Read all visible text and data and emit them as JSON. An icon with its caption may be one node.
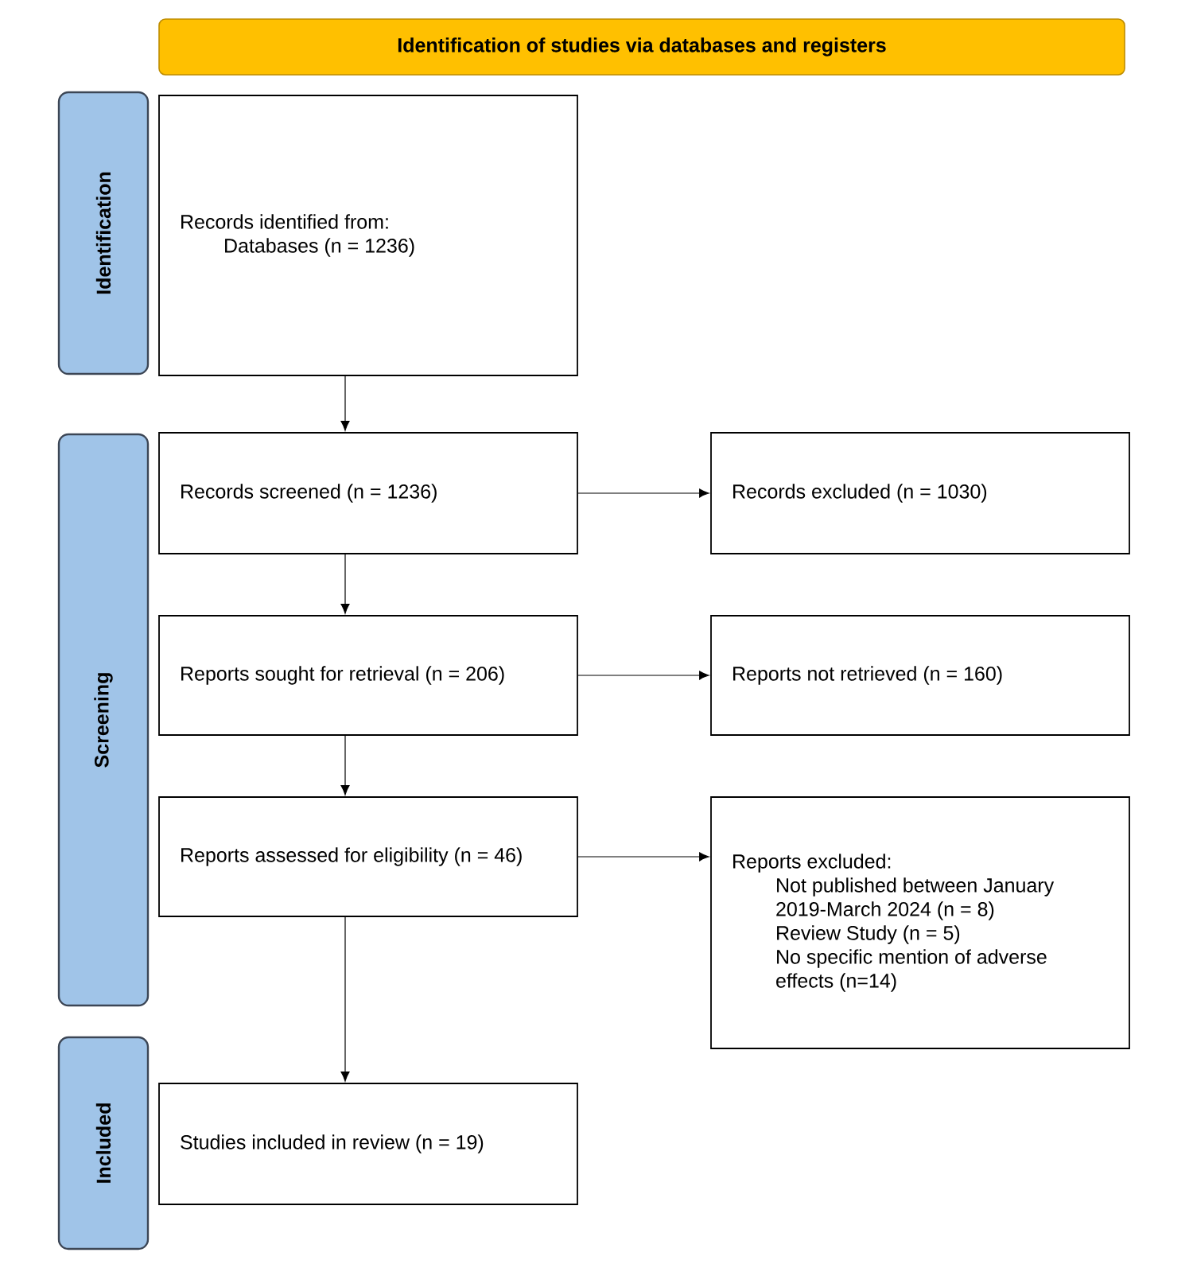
{
  "diagram": {
    "nodes": [
      {
        "text": [
          "Identification of studies via databases and registers"
        ]
      },
      {
        "text": [
          "Identification"
        ]
      },
      {
        "text": [
          "Screening"
        ]
      },
      {
        "text": [
          "Included"
        ]
      },
      {
        "text": [
          "Records identified from:",
          "Databases (n = 1236)"
        ]
      },
      {
        "text": [
          "Records screened (n = 1236)"
        ]
      },
      {
        "text": [
          "Records excluded (n = 1030)"
        ]
      },
      {
        "text": [
          "Reports sought for retrieval (n = 206)"
        ]
      },
      {
        "text": [
          "Reports not retrieved (n = 160)"
        ]
      },
      {
        "text": [
          "Reports assessed for eligibility (n = 46)"
        ]
      },
      {
        "text": [
          "Reports excluded:",
          "Not published between January 2019-March 2024 (n = 8)",
          "Review Study (n = 5)",
          "No specific mention of adverse effects (n=14)"
        ]
      },
      {
        "text": [
          "Studies included in review (n = 19)"
        ]
      }
    ],
    "edges": [
      {
        "from": 4,
        "to": 5,
        "arrow": "to"
      },
      {
        "from": 5,
        "to": 6,
        "arrow": "to"
      },
      {
        "from": 5,
        "to": 7,
        "arrow": "to"
      },
      {
        "from": 7,
        "to": 8,
        "arrow": "to"
      },
      {
        "from": 7,
        "to": 9,
        "arrow": "to"
      },
      {
        "from": 9,
        "to": 10,
        "arrow": "to"
      },
      {
        "from": 9,
        "to": 11,
        "arrow": "to"
      }
    ]
  }
}
